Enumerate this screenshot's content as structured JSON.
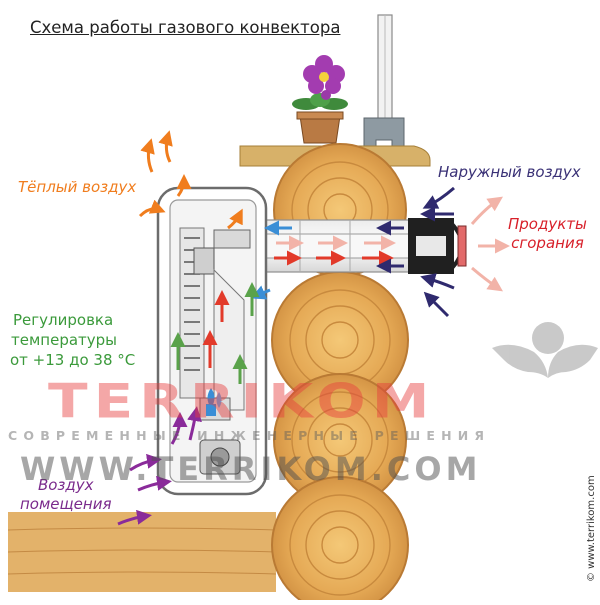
{
  "title": "Схема работы газового конвектора",
  "labels": {
    "warm_air": "Тёплый воздух",
    "outside_air": "Наружный воздух",
    "products_line1": "Продукты",
    "products_line2": "сгорания",
    "regulation_line1": "Регулировка",
    "regulation_line2": "температуры",
    "regulation_line3": "от +13 до 38 °C",
    "room_air_line1": "Воздух",
    "room_air_line2": "помещения"
  },
  "watermark": {
    "brand": "TERRIKOM",
    "tagline": "СОВРЕМЕННЫЕ ИНЖЕНЕРНЫЕ РЕШЕНИЯ",
    "site": "WWW.TERRIKOM.COM",
    "copyright": "© www.terrikom.com"
  },
  "colors": {
    "warm": "#f07d1e",
    "outside": "#3a3176",
    "products": "#d8202a",
    "regulation": "#3b9a3b",
    "room": "#7a2a8c",
    "wood": "#d99a45"
  },
  "icons": [
    "flower-pot-icon",
    "window-frame-icon",
    "log-wall-icon",
    "convector-icon",
    "coaxial-pipe-icon",
    "eagle-logo-icon",
    "flame-icon"
  ]
}
